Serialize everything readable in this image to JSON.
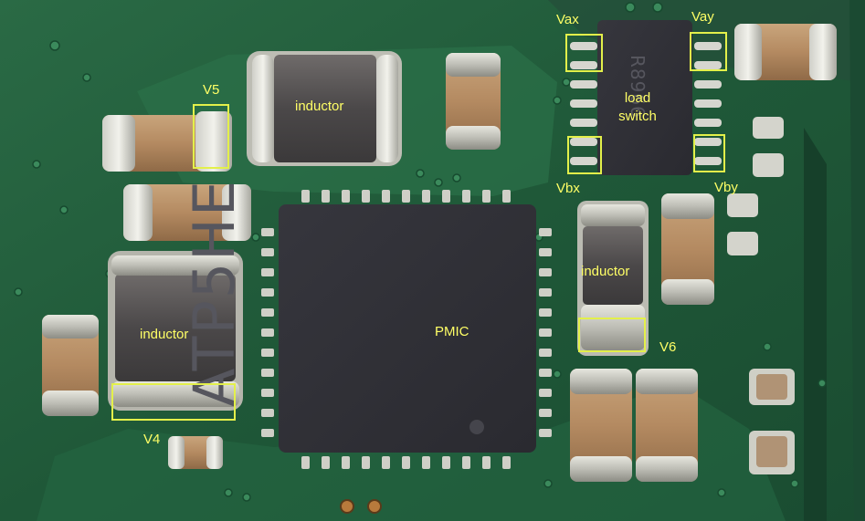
{
  "labels": {
    "inductor_top": "inductor",
    "inductor_left": "inductor",
    "inductor_right": "inductor",
    "pmic": "PMIC",
    "load_switch_line1": "load",
    "load_switch_line2": "switch",
    "v5": "V5",
    "v4": "V4",
    "v6": "V6",
    "vax": "Vax",
    "vay": "Vay",
    "vbx": "Vbx",
    "vby": "Vby"
  },
  "chip_markings": {
    "pmic_marking": "ATP5HE",
    "load_switch_marking": "R8966"
  },
  "colors": {
    "label_text": "#ffff66",
    "highlight_box": "#e3f04a",
    "pcb": "#215c3b",
    "chip_body": "#2f2f36"
  }
}
